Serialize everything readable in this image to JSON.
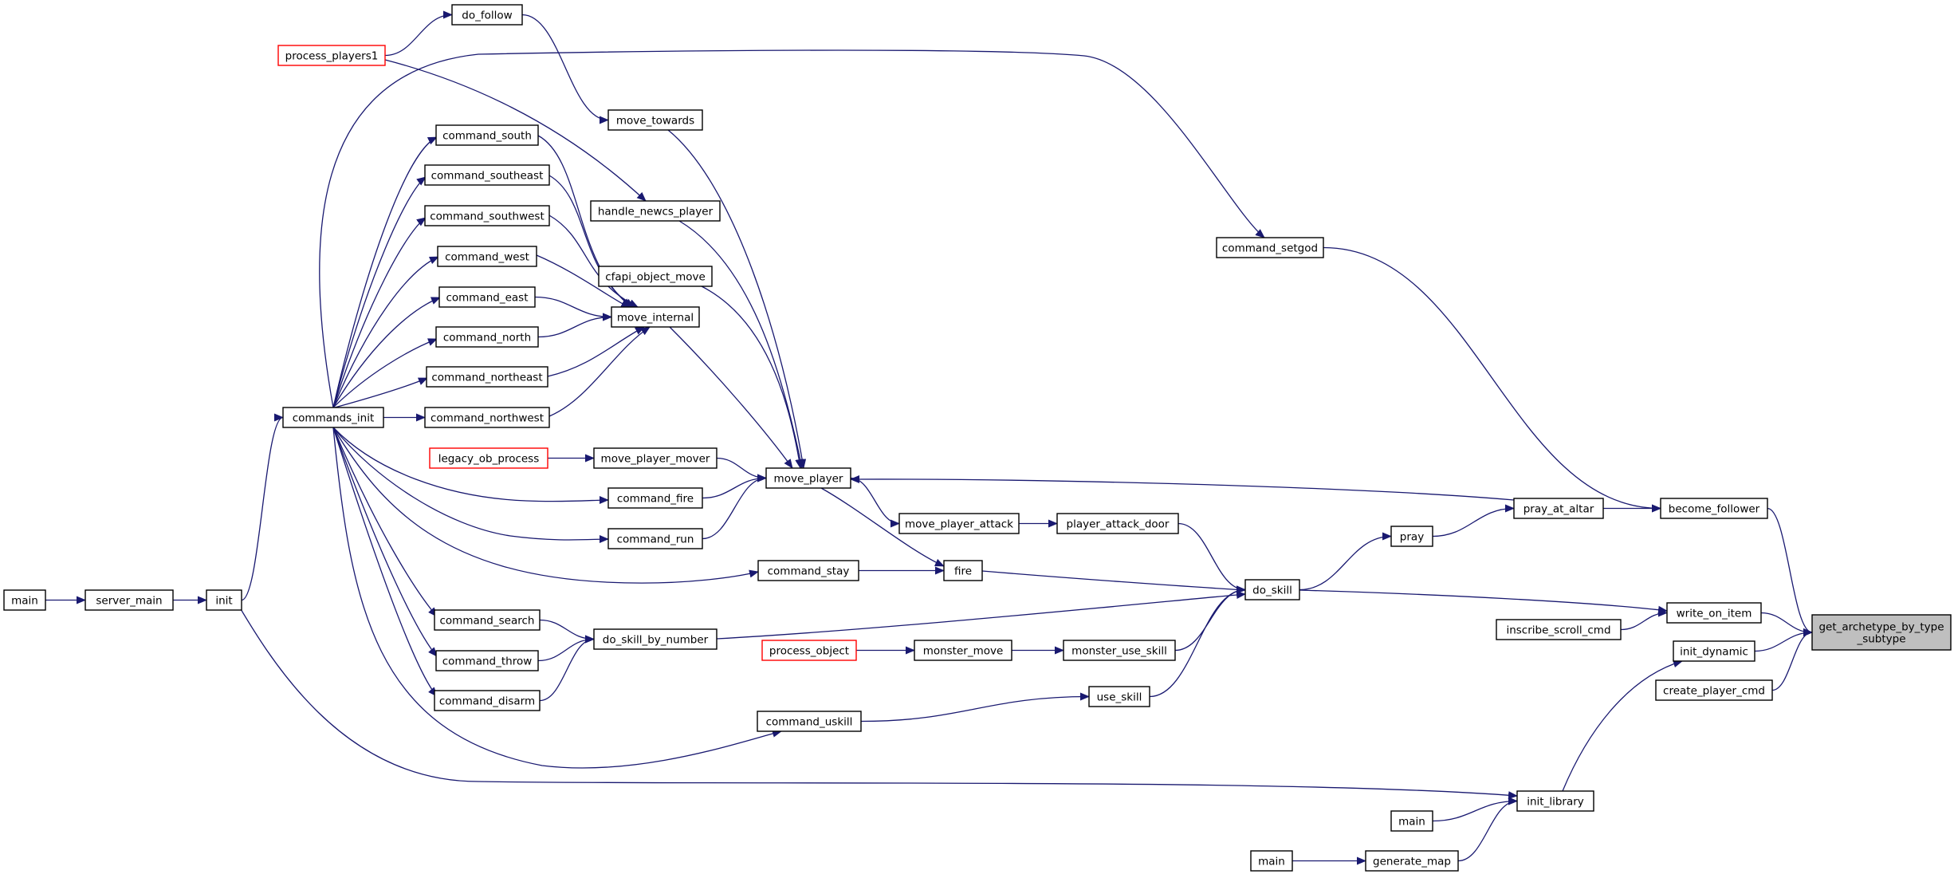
{
  "colors": {
    "edge": "#191970",
    "node_border": "#000000",
    "truncated_node_border": "#ff0000",
    "root_fill": "#bfbfbf",
    "node_fill": "#ffffff"
  },
  "nodes": {
    "root": {
      "lines": [
        "get_archetype_by_type",
        "_subtype"
      ]
    },
    "become_follower": {
      "lines": [
        "become_follower"
      ]
    },
    "write_on_item": {
      "lines": [
        "write_on_item"
      ]
    },
    "init_dynamic": {
      "lines": [
        "init_dynamic"
      ]
    },
    "create_player_cmd": {
      "lines": [
        "create_player_cmd"
      ]
    },
    "pray_at_altar": {
      "lines": [
        "pray_at_altar"
      ]
    },
    "command_setgod": {
      "lines": [
        "command_setgod"
      ]
    },
    "pray": {
      "lines": [
        "pray"
      ]
    },
    "do_skill": {
      "lines": [
        "do_skill"
      ]
    },
    "inscribe_scroll_cmd": {
      "lines": [
        "inscribe_scroll_cmd"
      ]
    },
    "init_library": {
      "lines": [
        "init_library"
      ]
    },
    "main_b": {
      "lines": [
        "main"
      ]
    },
    "generate_map": {
      "lines": [
        "generate_map"
      ]
    },
    "main_c": {
      "lines": [
        "main"
      ]
    },
    "player_attack_door": {
      "lines": [
        "player_attack_door"
      ]
    },
    "move_player_attack": {
      "lines": [
        "move_player_attack"
      ]
    },
    "fire": {
      "lines": [
        "fire"
      ]
    },
    "monster_use_skill": {
      "lines": [
        "monster_use_skill"
      ]
    },
    "monster_move": {
      "lines": [
        "monster_move"
      ]
    },
    "process_object": {
      "lines": [
        "process_object"
      ],
      "truncated": true
    },
    "use_skill": {
      "lines": [
        "use_skill"
      ]
    },
    "command_uskill": {
      "lines": [
        "command_uskill"
      ]
    },
    "do_skill_by_number": {
      "lines": [
        "do_skill_by_number"
      ]
    },
    "command_stay": {
      "lines": [
        "command_stay"
      ]
    },
    "move_player": {
      "lines": [
        "move_player"
      ]
    },
    "move_player_mover": {
      "lines": [
        "move_player_mover"
      ]
    },
    "legacy_ob_process": {
      "lines": [
        "legacy_ob_process"
      ],
      "truncated": true
    },
    "command_fire": {
      "lines": [
        "command_fire"
      ]
    },
    "command_run": {
      "lines": [
        "command_run"
      ]
    },
    "move_internal": {
      "lines": [
        "move_internal"
      ]
    },
    "cfapi_object_move": {
      "lines": [
        "cfapi_object_move"
      ]
    },
    "handle_newcs_player": {
      "lines": [
        "handle_newcs_player"
      ]
    },
    "move_towards": {
      "lines": [
        "move_towards"
      ]
    },
    "do_follow": {
      "lines": [
        "do_follow"
      ]
    },
    "process_players1": {
      "lines": [
        "process_players1"
      ],
      "truncated": true
    },
    "command_south": {
      "lines": [
        "command_south"
      ]
    },
    "command_southeast": {
      "lines": [
        "command_southeast"
      ]
    },
    "command_southwest": {
      "lines": [
        "command_southwest"
      ]
    },
    "command_west": {
      "lines": [
        "command_west"
      ]
    },
    "command_east": {
      "lines": [
        "command_east"
      ]
    },
    "command_north": {
      "lines": [
        "command_north"
      ]
    },
    "command_northeast": {
      "lines": [
        "command_northeast"
      ]
    },
    "command_northwest": {
      "lines": [
        "command_northwest"
      ]
    },
    "command_search": {
      "lines": [
        "command_search"
      ]
    },
    "command_throw": {
      "lines": [
        "command_throw"
      ]
    },
    "command_disarm": {
      "lines": [
        "command_disarm"
      ]
    },
    "commands_init": {
      "lines": [
        "commands_init"
      ]
    },
    "init": {
      "lines": [
        "init"
      ]
    },
    "server_main": {
      "lines": [
        "server_main"
      ]
    },
    "main_a": {
      "lines": [
        "main"
      ]
    }
  },
  "edges": [
    [
      "become_follower",
      "root"
    ],
    [
      "write_on_item",
      "root"
    ],
    [
      "init_dynamic",
      "root"
    ],
    [
      "create_player_cmd",
      "root"
    ],
    [
      "pray_at_altar",
      "become_follower"
    ],
    [
      "command_setgod",
      "become_follower"
    ],
    [
      "pray",
      "pray_at_altar"
    ],
    [
      "do_skill",
      "pray"
    ],
    [
      "do_skill",
      "write_on_item"
    ],
    [
      "inscribe_scroll_cmd",
      "write_on_item"
    ],
    [
      "init_library",
      "init_dynamic"
    ],
    [
      "main_b",
      "init_library"
    ],
    [
      "generate_map",
      "init_library"
    ],
    [
      "main_c",
      "generate_map"
    ],
    [
      "init",
      "init_library"
    ],
    [
      "player_attack_door",
      "do_skill"
    ],
    [
      "move_player_attack",
      "player_attack_door"
    ],
    [
      "move_player",
      "move_player_attack"
    ],
    [
      "pray_at_altar",
      "move_player"
    ],
    [
      "fire",
      "do_skill"
    ],
    [
      "monster_use_skill",
      "do_skill"
    ],
    [
      "use_skill",
      "do_skill"
    ],
    [
      "do_skill_by_number",
      "do_skill"
    ],
    [
      "monster_move",
      "monster_use_skill"
    ],
    [
      "process_object",
      "monster_move"
    ],
    [
      "command_uskill",
      "use_skill"
    ],
    [
      "command_search",
      "do_skill_by_number"
    ],
    [
      "command_throw",
      "do_skill_by_number"
    ],
    [
      "command_disarm",
      "do_skill_by_number"
    ],
    [
      "command_stay",
      "fire"
    ],
    [
      "move_player",
      "fire"
    ],
    [
      "move_player_mover",
      "move_player"
    ],
    [
      "legacy_ob_process",
      "move_player_mover"
    ],
    [
      "command_fire",
      "move_player"
    ],
    [
      "command_run",
      "move_player"
    ],
    [
      "move_internal",
      "move_player"
    ],
    [
      "cfapi_object_move",
      "move_player"
    ],
    [
      "handle_newcs_player",
      "move_player"
    ],
    [
      "move_towards",
      "move_player"
    ],
    [
      "do_follow",
      "move_towards"
    ],
    [
      "process_players1",
      "do_follow"
    ],
    [
      "process_players1",
      "handle_newcs_player"
    ],
    [
      "command_south",
      "move_internal"
    ],
    [
      "command_southeast",
      "move_internal"
    ],
    [
      "command_southwest",
      "move_internal"
    ],
    [
      "command_west",
      "move_internal"
    ],
    [
      "command_east",
      "move_internal"
    ],
    [
      "command_north",
      "move_internal"
    ],
    [
      "command_northeast",
      "move_internal"
    ],
    [
      "command_northwest",
      "move_internal"
    ],
    [
      "commands_init",
      "command_south"
    ],
    [
      "commands_init",
      "command_southeast"
    ],
    [
      "commands_init",
      "command_southwest"
    ],
    [
      "commands_init",
      "command_west"
    ],
    [
      "commands_init",
      "command_east"
    ],
    [
      "commands_init",
      "command_north"
    ],
    [
      "commands_init",
      "command_northeast"
    ],
    [
      "commands_init",
      "command_northwest"
    ],
    [
      "commands_init",
      "command_fire"
    ],
    [
      "commands_init",
      "command_run"
    ],
    [
      "commands_init",
      "command_stay"
    ],
    [
      "commands_init",
      "command_search"
    ],
    [
      "commands_init",
      "command_throw"
    ],
    [
      "commands_init",
      "command_disarm"
    ],
    [
      "commands_init",
      "command_uskill"
    ],
    [
      "commands_init",
      "command_setgod"
    ],
    [
      "init",
      "commands_init"
    ],
    [
      "server_main",
      "init"
    ],
    [
      "main_a",
      "server_main"
    ]
  ]
}
